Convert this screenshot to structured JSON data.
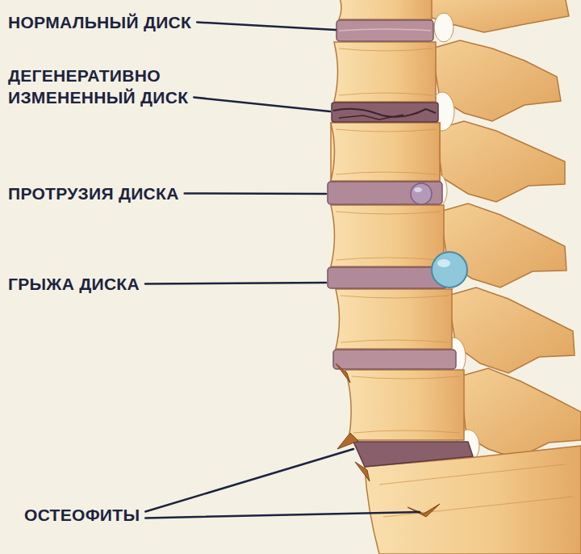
{
  "diagram": {
    "labels": [
      "НОРМАЛЬНЫЙ ДИСК",
      "ДЕГЕНЕРАТИВНО ИЗМЕНЕННЫЙ ДИСК",
      "ПРОТРУЗИЯ ДИСКА",
      "ГРЫЖА ДИСКА",
      "ОСТЕОФИТЫ"
    ]
  }
}
